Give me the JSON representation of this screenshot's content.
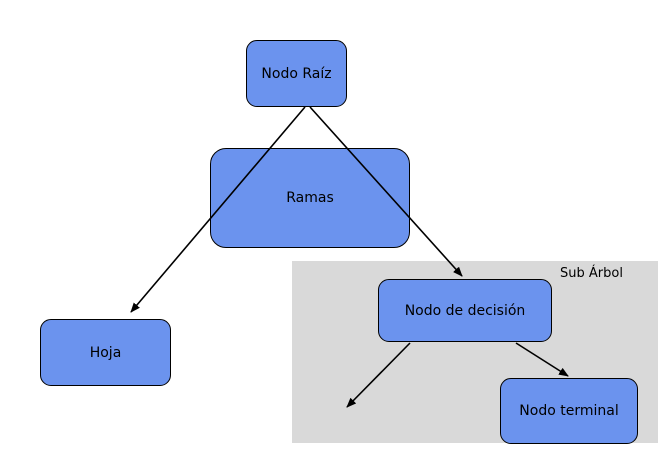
{
  "colors": {
    "node_fill": "#6b93ee",
    "subtree_fill": "#d9d9d9",
    "edge": "#000000"
  },
  "diagram": {
    "subtree_label": "Sub Árbol",
    "nodes": {
      "root": "Nodo Raíz",
      "branches": "Ramas",
      "leaf": "Hoja",
      "decision": "Nodo de decisión",
      "terminal": "Nodo terminal"
    },
    "edges": [
      {
        "from": "root",
        "to": "leaf"
      },
      {
        "from": "root",
        "to": "decision"
      },
      {
        "from": "decision",
        "to": "empty-child"
      },
      {
        "from": "decision",
        "to": "terminal"
      }
    ]
  }
}
